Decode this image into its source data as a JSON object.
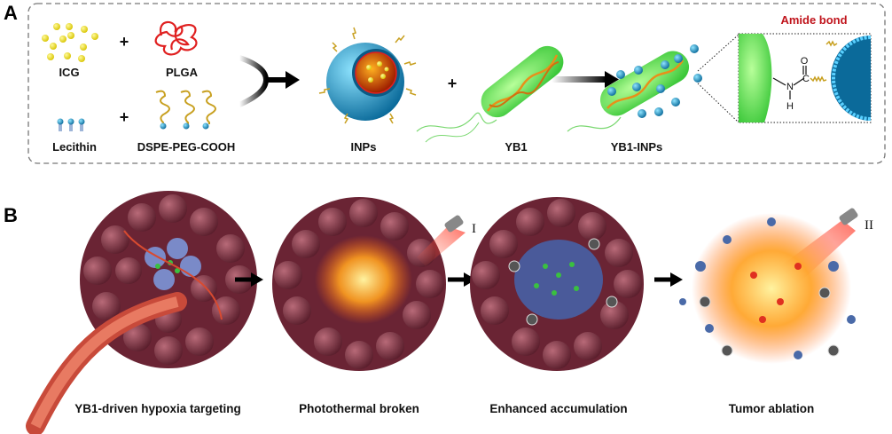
{
  "panel_a": {
    "label": "A",
    "components": {
      "icg": "ICG",
      "plga": "PLGA",
      "lecithin": "Lecithin",
      "dspe": "DSPE-PEG-COOH"
    },
    "plus": "+",
    "products": {
      "inps": "INPs",
      "yb1": "YB1",
      "yb1_inps": "YB1-INPs"
    },
    "inset": {
      "title": "Amide bond",
      "atoms": {
        "o": "O",
        "n": "N",
        "c": "C",
        "h": "H"
      }
    },
    "colors": {
      "amide_title": "#c0141c",
      "nanoparticle": "#1aa0d0",
      "bacteria": "#6ee05a",
      "icg": "#f2e31a",
      "plga": "#e02020"
    }
  },
  "panel_b": {
    "label": "B",
    "stages": [
      {
        "caption": "YB1-driven hypoxia targeting"
      },
      {
        "caption": "Photothermal broken",
        "laser": "I"
      },
      {
        "caption": "Enhanced accumulation"
      },
      {
        "caption": "Tumor ablation",
        "laser": "II"
      }
    ],
    "colors": {
      "tumor": "#8a3a4a",
      "vessel": "#d2553a",
      "heat": "#ff9a1e"
    }
  }
}
